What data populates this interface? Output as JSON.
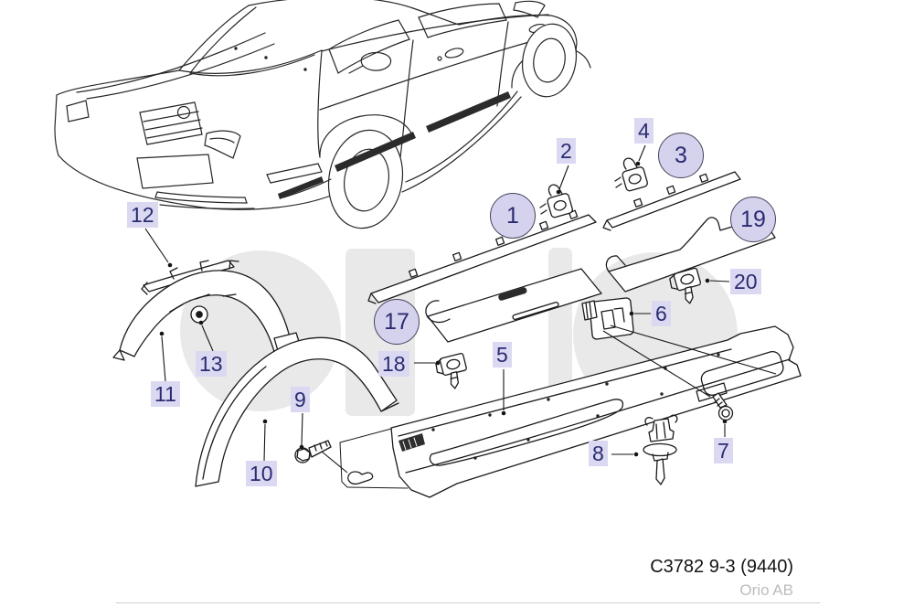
{
  "watermark": {
    "text": "orio"
  },
  "footer": {
    "diagram_code": "C3782 9-3 (9440)",
    "brand": "Orio AB"
  },
  "callouts": {
    "1": {
      "number": "1",
      "shape": "circle"
    },
    "2": {
      "number": "2",
      "shape": "square"
    },
    "3": {
      "number": "3",
      "shape": "circle"
    },
    "4": {
      "number": "4",
      "shape": "square"
    },
    "5": {
      "number": "5",
      "shape": "square"
    },
    "6": {
      "number": "6",
      "shape": "square"
    },
    "7": {
      "number": "7",
      "shape": "square"
    },
    "8": {
      "number": "8",
      "shape": "square"
    },
    "9": {
      "number": "9",
      "shape": "square"
    },
    "10": {
      "number": "10",
      "shape": "square"
    },
    "11": {
      "number": "11",
      "shape": "square"
    },
    "12": {
      "number": "12",
      "shape": "square"
    },
    "13": {
      "number": "13",
      "shape": "square"
    },
    "17": {
      "number": "17",
      "shape": "circle"
    },
    "18": {
      "number": "18",
      "shape": "square"
    },
    "19": {
      "number": "19",
      "shape": "circle"
    },
    "20": {
      "number": "20",
      "shape": "square"
    }
  }
}
